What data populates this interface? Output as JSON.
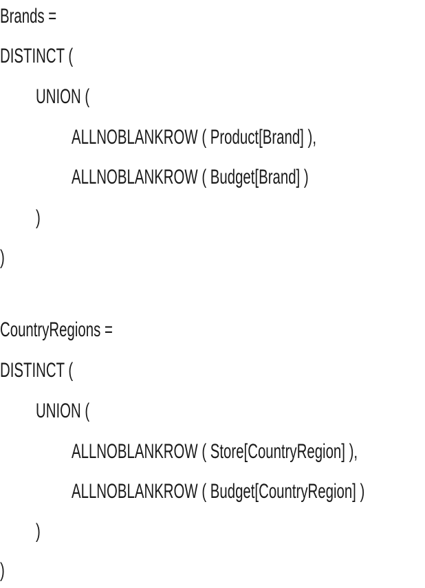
{
  "code": {
    "lines": [
      "Brands =",
      "DISTINCT (",
      "UNION (",
      "ALLNOBLANKROW ( Product[Brand] ),",
      "ALLNOBLANKROW ( Budget[Brand] )",
      ")",
      ")",
      "CountryRegions =",
      "DISTINCT (",
      "UNION (",
      "ALLNOBLANKROW ( Store[CountryRegion] ),",
      "ALLNOBLANKROW ( Budget[CountryRegion] )",
      ")",
      ")"
    ]
  }
}
